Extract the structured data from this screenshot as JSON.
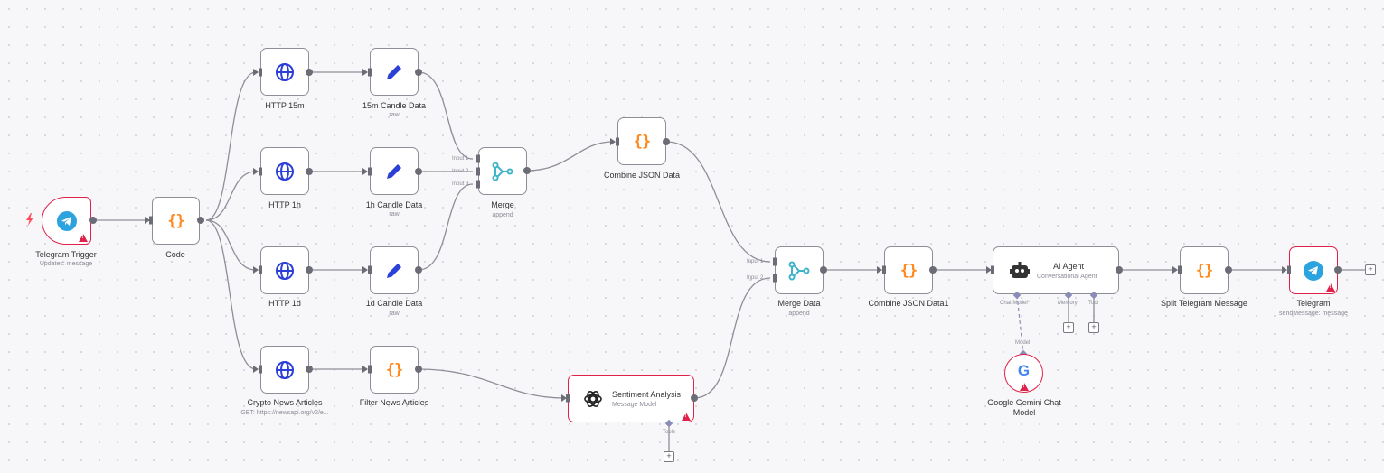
{
  "canvas": {
    "nodes": {
      "telegram_trigger": {
        "label": "Telegram Trigger",
        "sub": "Updates: message",
        "icon": "telegram-icon"
      },
      "code": {
        "label": "Code",
        "icon": "code-braces-icon"
      },
      "http_15m": {
        "label": "HTTP 15m",
        "icon": "globe-icon"
      },
      "http_1h": {
        "label": "HTTP 1h",
        "icon": "globe-icon"
      },
      "http_1d": {
        "label": "HTTP 1d",
        "icon": "globe-icon"
      },
      "crypto_news": {
        "label": "Crypto News Articles",
        "sub": "GET: https://newsapi.org/v2/e...",
        "icon": "globe-icon"
      },
      "candle_15m": {
        "label": "15m Candle Data",
        "sub": "raw",
        "icon": "pencil-icon"
      },
      "candle_1h": {
        "label": "1h Candle Data",
        "sub": "raw",
        "icon": "pencil-icon"
      },
      "candle_1d": {
        "label": "1d Candle Data",
        "sub": "raw",
        "icon": "pencil-icon"
      },
      "filter_news": {
        "label": "Filter News Articles",
        "icon": "code-braces-icon"
      },
      "merge": {
        "label": "Merge",
        "sub": "append",
        "icon": "merge-icon",
        "inputs": [
          "Input 1",
          "Input 2",
          "Input 3"
        ]
      },
      "combine_json": {
        "label": "Combine JSON Data",
        "icon": "code-braces-icon"
      },
      "sentiment": {
        "label": "Sentiment Analysis",
        "sub": "Message Model",
        "icon": "openai-icon",
        "ports": [
          "Tools"
        ]
      },
      "merge_data": {
        "label": "Merge Data",
        "sub": "append",
        "icon": "merge-icon",
        "inputs": [
          "Input 1",
          "Input 2"
        ]
      },
      "combine_json1": {
        "label": "Combine JSON Data1",
        "icon": "code-braces-icon"
      },
      "ai_agent": {
        "label": "AI Agent",
        "sub": "Conversational Agent",
        "icon": "robot-icon",
        "ports": [
          "Chat Model*",
          "Memory",
          "Tool"
        ]
      },
      "gemini": {
        "label": "Google Gemini Chat Model",
        "port": "Model",
        "icon": "google-icon"
      },
      "split_telegram": {
        "label": "Split Telegram Message",
        "icon": "code-braces-icon"
      },
      "telegram": {
        "label": "Telegram",
        "sub": "sendMessage: message",
        "icon": "telegram-icon"
      }
    },
    "plus_symbol": "+",
    "colors": {
      "edge": "#8e8e99",
      "error": "#e0224a",
      "code": "#ff8a1f",
      "http": "#2c3fd6",
      "merge": "#3fb4c9",
      "telegram": "#2aa3df",
      "trigger_bolt": "#ff4a5a"
    }
  }
}
